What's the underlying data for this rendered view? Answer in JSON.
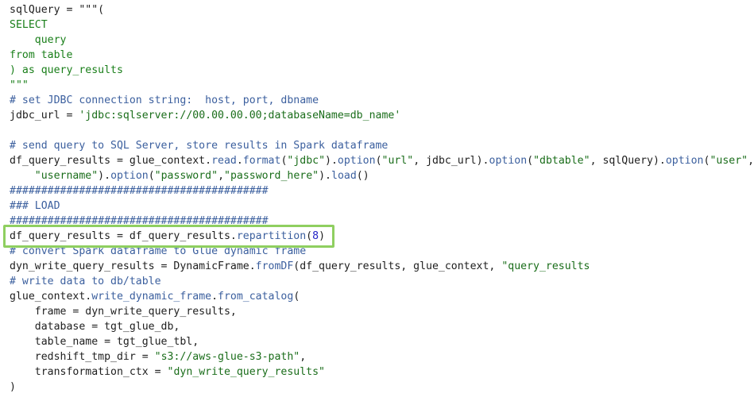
{
  "code_lines": [
    [
      {
        "t": "sqlQuery = \"\"\"(",
        "c": "pl"
      }
    ],
    [
      {
        "t": "SELECT",
        "c": "kw"
      }
    ],
    [
      {
        "t": "    query",
        "c": "kw"
      }
    ],
    [
      {
        "t": "from table",
        "c": "kw"
      }
    ],
    [
      {
        "t": ") as query_results",
        "c": "kw"
      }
    ],
    [
      {
        "t": "\"\"\"",
        "c": "kw"
      }
    ],
    [
      {
        "t": "# set JDBC connection string:  host, port, dbname",
        "c": "cm"
      }
    ],
    [
      {
        "t": "jdbc_url = ",
        "c": "pl"
      },
      {
        "t": "'jdbc:sqlserver://00.00.00.00;databaseName=db_name'",
        "c": "str"
      }
    ],
    [
      {
        "t": "",
        "c": "pl"
      }
    ],
    [
      {
        "t": "# send query to SQL Server, store results in Spark dataframe",
        "c": "cm"
      }
    ],
    [
      {
        "t": "df_query_results = glue_context.",
        "c": "pl"
      },
      {
        "t": "read",
        "c": "fn"
      },
      {
        "t": ".",
        "c": "pl"
      },
      {
        "t": "format",
        "c": "fn"
      },
      {
        "t": "(",
        "c": "pl"
      },
      {
        "t": "\"jdbc\"",
        "c": "str"
      },
      {
        "t": ").",
        "c": "pl"
      },
      {
        "t": "option",
        "c": "fn"
      },
      {
        "t": "(",
        "c": "pl"
      },
      {
        "t": "\"url\"",
        "c": "str"
      },
      {
        "t": ", jdbc_url).",
        "c": "pl"
      },
      {
        "t": "option",
        "c": "fn"
      },
      {
        "t": "(",
        "c": "pl"
      },
      {
        "t": "\"dbtable\"",
        "c": "str"
      },
      {
        "t": ", sqlQuery).",
        "c": "pl"
      },
      {
        "t": "option",
        "c": "fn"
      },
      {
        "t": "(",
        "c": "pl"
      },
      {
        "t": "\"user\"",
        "c": "str"
      },
      {
        "t": ",",
        "c": "pl"
      }
    ],
    [
      {
        "t": "    ",
        "c": "pl"
      },
      {
        "t": "\"username\"",
        "c": "str"
      },
      {
        "t": ").",
        "c": "pl"
      },
      {
        "t": "option",
        "c": "fn"
      },
      {
        "t": "(",
        "c": "pl"
      },
      {
        "t": "\"password\"",
        "c": "str"
      },
      {
        "t": ",",
        "c": "pl"
      },
      {
        "t": "\"password_here\"",
        "c": "str"
      },
      {
        "t": ").",
        "c": "pl"
      },
      {
        "t": "load",
        "c": "fn"
      },
      {
        "t": "()",
        "c": "pl"
      }
    ],
    [
      {
        "t": "#########################################",
        "c": "cm"
      }
    ],
    [
      {
        "t": "### LOAD",
        "c": "cm"
      }
    ],
    [
      {
        "t": "#########################################",
        "c": "cm"
      }
    ],
    [
      {
        "t": "df_query_results = df_query_results.",
        "c": "pl"
      },
      {
        "t": "repartition",
        "c": "fn"
      },
      {
        "t": "(",
        "c": "pl"
      },
      {
        "t": "8",
        "c": "num"
      },
      {
        "t": ")",
        "c": "pl"
      }
    ],
    [
      {
        "t": "# convert Spark dataframe to Glue dynamic frame",
        "c": "cm"
      }
    ],
    [
      {
        "t": "dyn_write_query_results = DynamicFrame.",
        "c": "pl"
      },
      {
        "t": "fromDF",
        "c": "fn"
      },
      {
        "t": "(df_query_results, glue_context, ",
        "c": "pl"
      },
      {
        "t": "\"query_results",
        "c": "str"
      }
    ],
    [
      {
        "t": "# write data to db/table",
        "c": "cm"
      }
    ],
    [
      {
        "t": "glue_context.",
        "c": "pl"
      },
      {
        "t": "write_dynamic_frame",
        "c": "fn"
      },
      {
        "t": ".",
        "c": "pl"
      },
      {
        "t": "from_catalog",
        "c": "fn"
      },
      {
        "t": "(",
        "c": "pl"
      }
    ],
    [
      {
        "t": "    frame = dyn_write_query_results,",
        "c": "pl"
      }
    ],
    [
      {
        "t": "    database = tgt_glue_db,",
        "c": "pl"
      }
    ],
    [
      {
        "t": "    table_name = tgt_glue_tbl,",
        "c": "pl"
      }
    ],
    [
      {
        "t": "    redshift_tmp_dir = ",
        "c": "pl"
      },
      {
        "t": "\"s3://aws-glue-s3-path\"",
        "c": "str"
      },
      {
        "t": ",",
        "c": "pl"
      }
    ],
    [
      {
        "t": "    transformation_ctx = ",
        "c": "pl"
      },
      {
        "t": "\"dyn_write_query_results\"",
        "c": "str"
      }
    ],
    [
      {
        "t": ")",
        "c": "pl"
      }
    ]
  ],
  "colors": {
    "highlight_border": "#8fcf60",
    "keyword": "#1a7f1a",
    "string": "#1a6d1a",
    "comment": "#3b5f9e",
    "number": "#2424c7"
  }
}
